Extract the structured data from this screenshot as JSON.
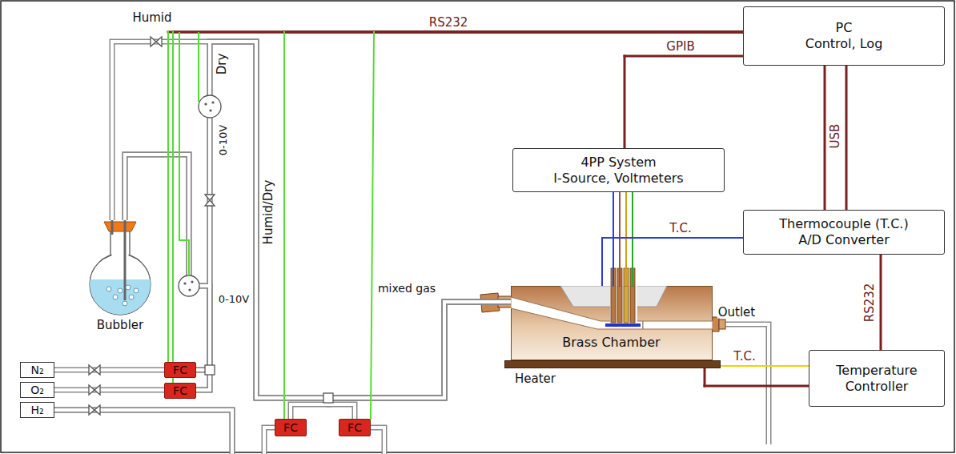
{
  "diagram": {
    "nodes": [
      {
        "text": [
          "PC",
          "Control, Log"
        ]
      },
      {
        "text": [
          "4PP System",
          "I-Source, Voltmeters"
        ]
      },
      {
        "text": [
          "Thermocouple (T.C.)",
          "A/D Converter"
        ]
      },
      {
        "text": [
          "Bubbler"
        ]
      },
      {
        "text": [
          "Brass Chamber"
        ]
      },
      {
        "text": [
          "Heater"
        ]
      },
      {
        "text": [
          "Temperature Controller"
        ]
      },
      {
        "text": [
          "N₂"
        ]
      },
      {
        "text": [
          "O₂"
        ]
      },
      {
        "text": [
          "H₂"
        ]
      },
      {
        "text": [
          "FC"
        ]
      },
      {
        "text": [
          "FC"
        ]
      },
      {
        "text": [
          "FC"
        ]
      },
      {
        "text": [
          "FC"
        ]
      }
    ],
    "edges": [
      {
        "from": 0,
        "to": 10,
        "arrow": "none",
        "label": "RS232"
      },
      {
        "from": 0,
        "to": 11,
        "arrow": "none"
      },
      {
        "from": 0,
        "to": 12,
        "arrow": "none"
      },
      {
        "from": 0,
        "to": 13,
        "arrow": "none"
      },
      {
        "from": 0,
        "to": 1,
        "arrow": "none",
        "label": "GPIB"
      },
      {
        "from": 0,
        "to": 2,
        "arrow": "none",
        "label": "USB"
      },
      {
        "from": 2,
        "to": 6,
        "arrow": "none",
        "label": "RS232"
      },
      {
        "from": 1,
        "to": 4,
        "arrow": "none"
      },
      {
        "from": 2,
        "to": 4,
        "arrow": "none",
        "label": "T.C."
      },
      {
        "from": 6,
        "to": 5,
        "arrow": "none",
        "label": "T.C."
      },
      {
        "from": 6,
        "to": 5,
        "arrow": "none"
      },
      {
        "from": 7,
        "to": 10,
        "arrow": "none"
      },
      {
        "from": 8,
        "to": 11,
        "arrow": "none"
      },
      {
        "from": 9,
        "to": 12,
        "arrow": "none"
      },
      {
        "from": 9,
        "to": 13,
        "arrow": "none"
      },
      {
        "from": 10,
        "to": 3,
        "arrow": "none"
      },
      {
        "from": 11,
        "to": 3,
        "arrow": "none"
      },
      {
        "from": 10,
        "to": 4,
        "arrow": "none"
      },
      {
        "from": 11,
        "to": 4,
        "arrow": "none"
      },
      {
        "from": 3,
        "to": 4,
        "arrow": "none"
      },
      {
        "from": 12,
        "to": 4,
        "arrow": "none"
      },
      {
        "from": 13,
        "to": 4,
        "arrow": "none"
      }
    ],
    "labels": [
      "Humid",
      "Dry",
      "0-10V",
      "0-10V",
      "Humid/Dry",
      "mixed gas",
      "Outlet"
    ]
  }
}
